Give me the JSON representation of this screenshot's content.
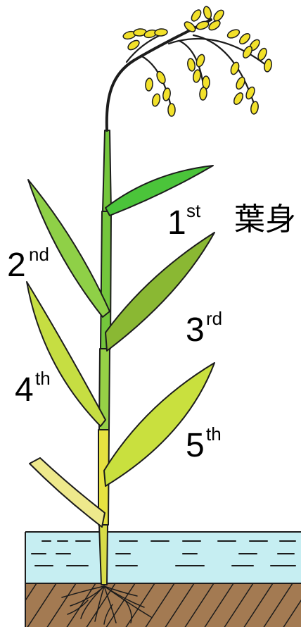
{
  "labels": {
    "leaf_blade": "葉身",
    "leaf_1": {
      "num": "1",
      "sup": "st"
    },
    "leaf_2": {
      "num": "2",
      "sup": "nd"
    },
    "leaf_3": {
      "num": "3",
      "sup": "rd"
    },
    "leaf_4": {
      "num": "4",
      "sup": "th"
    },
    "leaf_5": {
      "num": "5",
      "sup": "th"
    }
  },
  "colors": {
    "water": "#c6eef2",
    "soil": "#a37a52",
    "leaf_1": "#4bc43a",
    "leaf_2": "#8fd047",
    "leaf_3": "#8ab833",
    "leaf_4": "#c6de42",
    "leaf_5": "#c9e03e",
    "lower_leaf": "#eee98c",
    "stem_upper": "#74c63c",
    "stem_middle": "#96d046",
    "stem_lower": "#e6e240",
    "stem_base": "#d8dc48",
    "grain": "#f2e12a"
  }
}
